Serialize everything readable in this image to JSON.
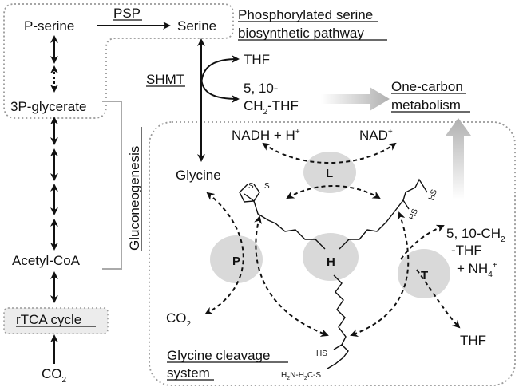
{
  "metabolites": {
    "p_serine": "P-serine",
    "serine": "Serine",
    "three_p_glycerate": "3P-glycerate",
    "acetyl_coa": "Acetyl-CoA",
    "co2_bottom": "CO",
    "co2_bottom_sub": "2",
    "thf_top": "THF",
    "methylene_thf_1": "5, 10-",
    "methylene_thf_2a": "CH",
    "methylene_thf_2sub": "2",
    "methylene_thf_2b": "-THF",
    "nadh": "NADH + H",
    "nadh_sup": "+",
    "nad": "NAD",
    "nad_sup": "+",
    "glycine": "Glycine",
    "co2_left": "CO",
    "co2_left_sub": "2",
    "ch2thf_right_1a": "5, 10-CH",
    "ch2thf_right_1sub": "2",
    "ch2thf_right_2": "-THF",
    "ch2thf_right_3a": "+ NH",
    "ch2thf_right_3sub": "4",
    "ch2thf_right_3sup": "+",
    "thf_bottom": "THF",
    "hs_top_1": "HS",
    "hs_top_2": "HS",
    "hs_bottom": "HS",
    "s_1": "S",
    "s_2": "S",
    "amine_1": "H",
    "amine_1sub": "2",
    "amine_2": "N-H",
    "amine_2sub": "2",
    "amine_3": "C-S"
  },
  "enzymes": {
    "psp": "PSP",
    "shmt": "SHMT",
    "l": "L",
    "p": "P",
    "h": "H",
    "t": "T"
  },
  "pathways": {
    "phospho_serine_1": "Phosphorylated serine",
    "phospho_serine_2": "biosynthetic pathway",
    "one_carbon_1": "One-carbon",
    "one_carbon_2": "metabolism",
    "gluconeogenesis": "Gluconeogenesis",
    "rtca": "rTCA cycle",
    "gcs_1": "Glycine cleavage",
    "gcs_2": "system"
  },
  "colors": {
    "dotted_box": "#9a9a9a",
    "enzyme_circle": "#d9d9d9",
    "rtca_box": "#ececec",
    "big_arrow": "#b8b8b8"
  }
}
